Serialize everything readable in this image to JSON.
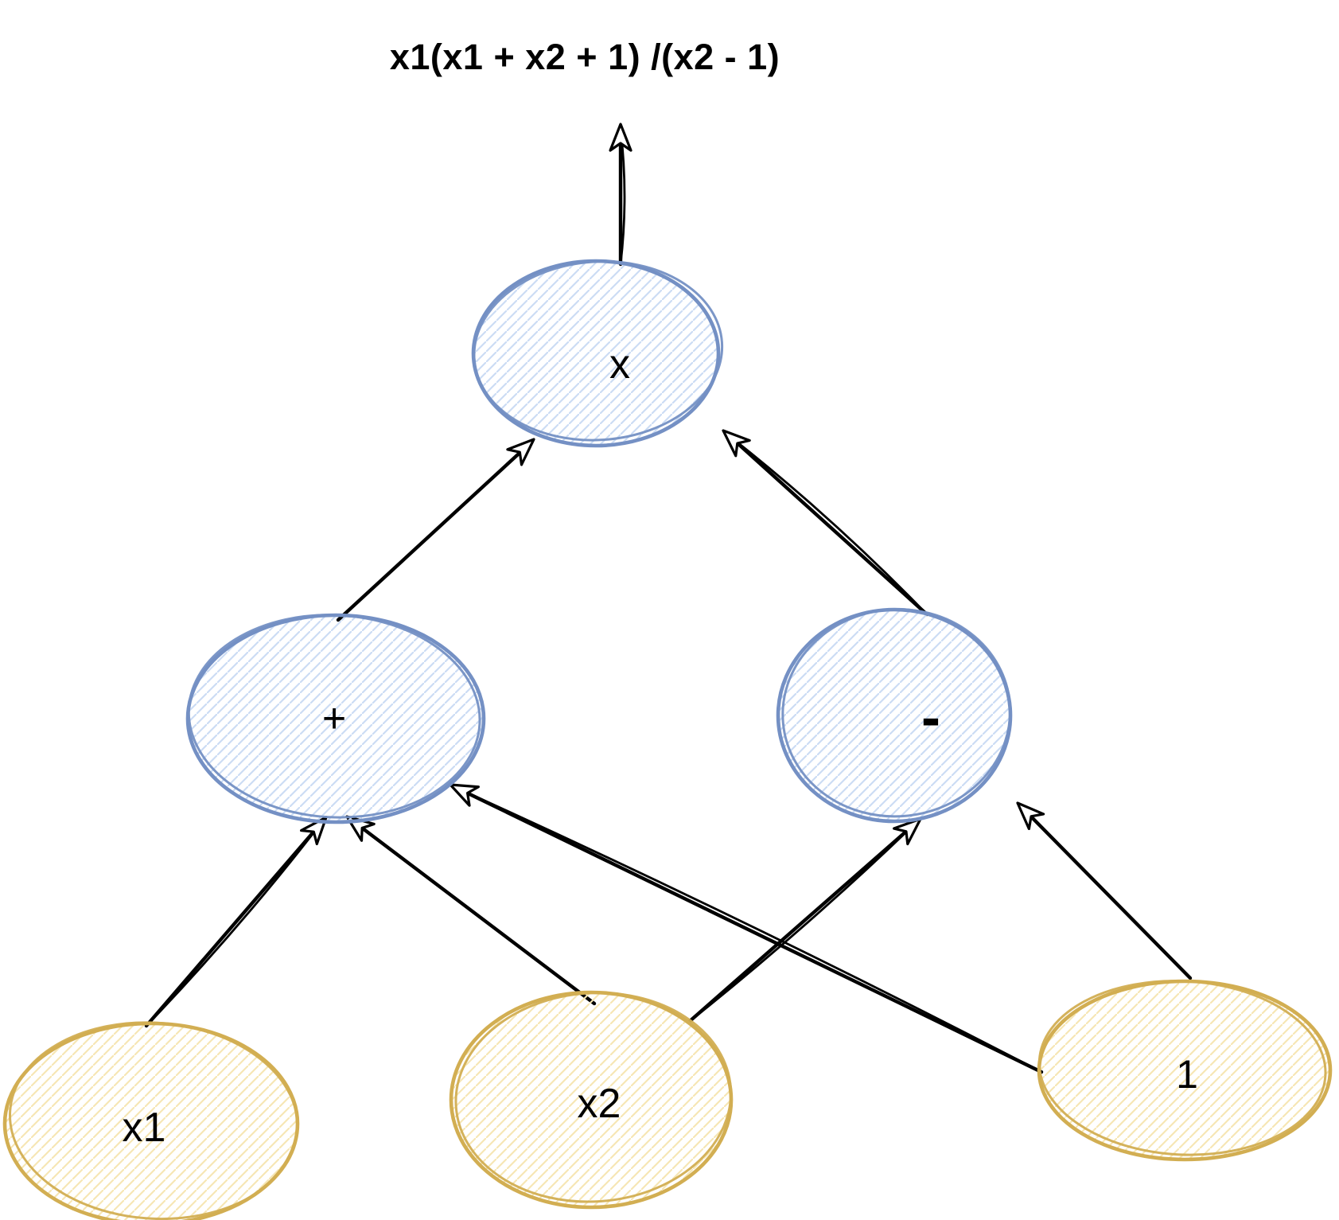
{
  "title": "x1(x1 + x2 + 1) /(x2 - 1)",
  "colors": {
    "background": "#ffffff",
    "operator_node_stroke": "#7490c4",
    "operator_node_hatch": "#cbdcf4",
    "input_node_stroke": "#d2ae52",
    "input_node_hatch": "#f6e6b4",
    "edge_color": "#000000",
    "label_color": "#000000"
  },
  "nodes": [
    {
      "id": "multiply",
      "label": "x",
      "type": "operator"
    },
    {
      "id": "plus",
      "label": "+",
      "type": "operator"
    },
    {
      "id": "minus",
      "label": "-",
      "type": "operator"
    },
    {
      "id": "x1",
      "label": "x1",
      "type": "input"
    },
    {
      "id": "x2",
      "label": "x2",
      "type": "input"
    },
    {
      "id": "one",
      "label": "1",
      "type": "input"
    }
  ],
  "edges": [
    {
      "from": "multiply",
      "to": "output",
      "style": "double-stroke"
    },
    {
      "from": "plus",
      "to": "multiply",
      "style": "single-stroke"
    },
    {
      "from": "minus",
      "to": "multiply",
      "style": "double-stroke"
    },
    {
      "from": "x1",
      "to": "plus",
      "style": "double-stroke"
    },
    {
      "from": "x2",
      "to": "plus",
      "style": "single-stroke"
    },
    {
      "from": "x2",
      "to": "minus",
      "style": "double-stroke"
    },
    {
      "from": "one",
      "to": "plus",
      "style": "double-stroke"
    },
    {
      "from": "one",
      "to": "minus",
      "style": "single-stroke"
    }
  ]
}
